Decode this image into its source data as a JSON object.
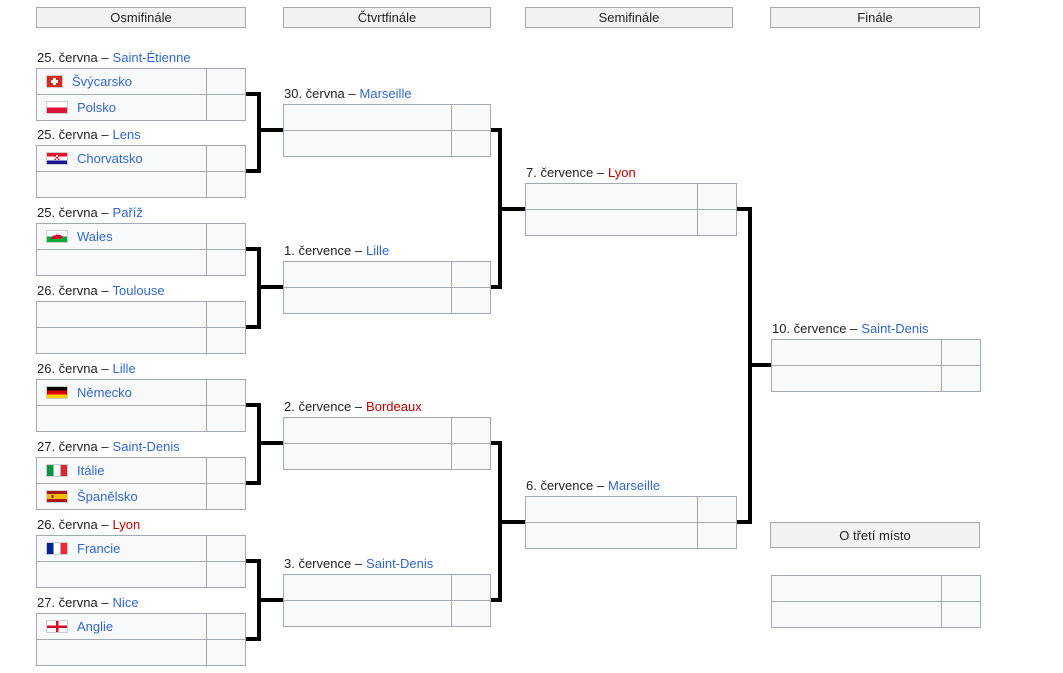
{
  "headers": {
    "rounds": [
      "Osmifinále",
      "Čtvrtfinále",
      "Semifinále",
      "Finále"
    ],
    "third_place": "O třetí místo"
  },
  "colors": {
    "link_blue": "#3366cc",
    "link_red": "#ba0000",
    "table_border": "#a2a9b1",
    "cell_bg": "#f8f9fa",
    "header_bg": "#f2f2f2",
    "connector": "#000000",
    "text": "#202122"
  },
  "matches": [
    {
      "round": "r16",
      "date": "25. června –",
      "venue": "Saint-Étienne",
      "venue_link_color": "blue",
      "teams": [
        {
          "name": "Švýcarsko",
          "flag": "switzerland",
          "score": ""
        },
        {
          "name": "Polsko",
          "flag": "poland",
          "score": ""
        }
      ]
    },
    {
      "round": "r16",
      "date": "25. června –",
      "venue": "Lens",
      "venue_link_color": "blue",
      "teams": [
        {
          "name": "Chorvatsko",
          "flag": "croatia",
          "score": ""
        },
        {
          "name": "",
          "flag": null,
          "score": ""
        }
      ]
    },
    {
      "round": "r16",
      "date": "25. června –",
      "venue": "Paříž",
      "venue_link_color": "blue",
      "teams": [
        {
          "name": "Wales",
          "flag": "wales",
          "score": ""
        },
        {
          "name": "",
          "flag": null,
          "score": ""
        }
      ]
    },
    {
      "round": "r16",
      "date": "26. června –",
      "venue": "Toulouse",
      "venue_link_color": "blue",
      "teams": [
        {
          "name": "",
          "flag": null,
          "score": ""
        },
        {
          "name": "",
          "flag": null,
          "score": ""
        }
      ]
    },
    {
      "round": "r16",
      "date": "26. června –",
      "venue": "Lille",
      "venue_link_color": "blue",
      "teams": [
        {
          "name": "Německo",
          "flag": "germany",
          "score": ""
        },
        {
          "name": "",
          "flag": null,
          "score": ""
        }
      ]
    },
    {
      "round": "r16",
      "date": "27. června –",
      "venue": "Saint-Denis",
      "venue_link_color": "blue",
      "teams": [
        {
          "name": "Itálie",
          "flag": "italy",
          "score": ""
        },
        {
          "name": "Španělsko",
          "flag": "spain",
          "score": ""
        }
      ]
    },
    {
      "round": "r16",
      "date": "26. června –",
      "venue": "Lyon",
      "venue_link_color": "red",
      "teams": [
        {
          "name": "Francie",
          "flag": "france",
          "score": ""
        },
        {
          "name": "",
          "flag": null,
          "score": ""
        }
      ]
    },
    {
      "round": "r16",
      "date": "27. června –",
      "venue": "Nice",
      "venue_link_color": "blue",
      "teams": [
        {
          "name": "Anglie",
          "flag": "england",
          "score": ""
        },
        {
          "name": "",
          "flag": null,
          "score": ""
        }
      ]
    },
    {
      "round": "qf",
      "date": "30. června –",
      "venue": "Marseille",
      "venue_link_color": "blue",
      "teams": [
        {
          "name": "",
          "flag": null,
          "score": ""
        },
        {
          "name": "",
          "flag": null,
          "score": ""
        }
      ]
    },
    {
      "round": "qf",
      "date": "1. července –",
      "venue": "Lille",
      "venue_link_color": "blue",
      "teams": [
        {
          "name": "",
          "flag": null,
          "score": ""
        },
        {
          "name": "",
          "flag": null,
          "score": ""
        }
      ]
    },
    {
      "round": "qf",
      "date": "2. července –",
      "venue": "Bordeaux",
      "venue_link_color": "red",
      "teams": [
        {
          "name": "",
          "flag": null,
          "score": ""
        },
        {
          "name": "",
          "flag": null,
          "score": ""
        }
      ]
    },
    {
      "round": "qf",
      "date": "3. července –",
      "venue": "Saint-Denis",
      "venue_link_color": "blue",
      "teams": [
        {
          "name": "",
          "flag": null,
          "score": ""
        },
        {
          "name": "",
          "flag": null,
          "score": ""
        }
      ]
    },
    {
      "round": "sf",
      "date": "7. července –",
      "venue": "Lyon",
      "venue_link_color": "red",
      "teams": [
        {
          "name": "",
          "flag": null,
          "score": ""
        },
        {
          "name": "",
          "flag": null,
          "score": ""
        }
      ]
    },
    {
      "round": "sf",
      "date": "6. července –",
      "venue": "Marseille",
      "venue_link_color": "blue",
      "teams": [
        {
          "name": "",
          "flag": null,
          "score": ""
        },
        {
          "name": "",
          "flag": null,
          "score": ""
        }
      ]
    },
    {
      "round": "f",
      "date": "10. července –",
      "venue": "Saint-Denis",
      "venue_link_color": "blue",
      "teams": [
        {
          "name": "",
          "flag": null,
          "score": ""
        },
        {
          "name": "",
          "flag": null,
          "score": ""
        }
      ]
    },
    {
      "round": "tp",
      "date": "",
      "venue": "",
      "venue_link_color": "blue",
      "teams": [
        {
          "name": "",
          "flag": null,
          "score": ""
        },
        {
          "name": "",
          "flag": null,
          "score": ""
        }
      ]
    }
  ]
}
